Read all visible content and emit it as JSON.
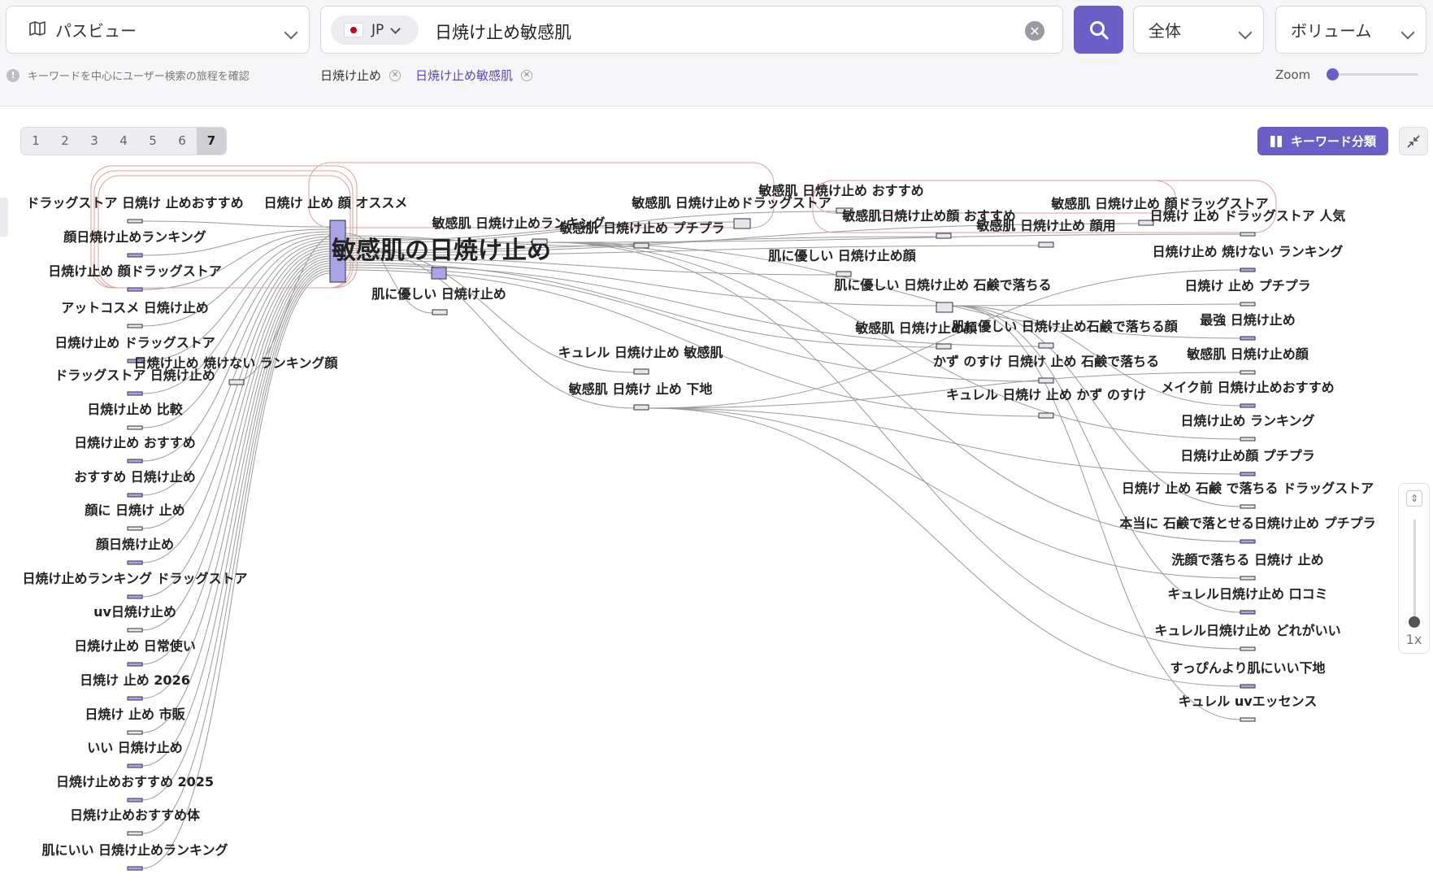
{
  "view_select": {
    "label": "パスビュー"
  },
  "search": {
    "country": "JP",
    "query": "日焼け止め敏感肌"
  },
  "scope_select": {
    "label": "全体"
  },
  "sort_select": {
    "label": "ボリューム"
  },
  "hint": "キーワードを中心にユーザー検索の旅程を確認",
  "chips": [
    {
      "label": "日焼け止め",
      "active": false
    },
    {
      "label": "日焼け止め敏感肌",
      "active": true
    }
  ],
  "zoom": {
    "label": "Zoom",
    "value_fraction": 0.05
  },
  "levels": {
    "items": [
      "1",
      "2",
      "3",
      "4",
      "5",
      "6",
      "7"
    ],
    "active": "7"
  },
  "classify_button": "キーワード分類",
  "scale": {
    "label": "1x"
  },
  "colors": {
    "accent": "#6b5fc7",
    "node_fill": "#a9a3e8",
    "node_fill_gray": "#e6e6ec",
    "edge": "#9a9a9a",
    "loop": "#d9a2a2"
  },
  "graph": {
    "center": "敏感肌の日焼け止め",
    "left_nodes": [
      "ドラッグストア 日焼け 止めおすすめ",
      "顔日焼け止めランキング",
      "日焼け止め 顔ドラッグストア",
      "アットコスメ 日焼け止め",
      "日焼け止め ドラッグストア",
      "ドラッグストア 日焼け止め",
      "日焼け止め 比較",
      "日焼け止め おすすめ",
      "おすすめ 日焼け止め",
      "顔に 日焼け 止め",
      "顔日焼け止め",
      "日焼け止めランキング ドラッグストア",
      "uv日焼け止め",
      "日焼け止め 日常使い",
      "日焼け 止め 2026",
      "日焼け 止め 市販",
      "いい 日焼け止め",
      "日焼け止めおすすめ 2025",
      "日焼け止めおすすめ体",
      "肌にいい 日焼け止めランキング"
    ],
    "mid_nodes": [
      "日焼け 止め 顔 オススメ",
      "日焼け止め 焼けない ランキング顔",
      "肌に優しい 日焼け止め",
      "敏感肌 日焼け止めランキング",
      "敏感肌 日焼け止め プチプラ",
      "敏感肌 日焼け止めドラッグストア",
      "敏感肌 日焼け止め おすすめ",
      "キュレル 日焼け止め 敏感肌",
      "敏感肌 日焼け 止め 下地",
      "敏感肌日焼け止め顔 おすすめ",
      "敏感肌 日焼け止め 顔ドラッグストア",
      "敏感肌 日焼け止め 顔用",
      "肌に優しい 日焼け止め顔",
      "肌に優しい 日焼け止め 石鹸で落ちる",
      "敏感肌 日焼け止め顔",
      "肌に優しい 日焼け止め石鹸で落ちる顔",
      "かず のすけ 日焼け 止め 石鹸で落ちる",
      "キュレル 日焼け 止め かず のすけ"
    ],
    "right_nodes": [
      "日焼け 止め ドラッグストア 人気",
      "日焼け止め 焼けない ランキング",
      "日焼け 止め プチプラ",
      "最強 日焼け止め",
      "敏感肌 日焼け止め顔",
      "メイク前 日焼け止めおすすめ",
      "日焼け止め ランキング",
      "日焼け止め顔 プチプラ",
      "日焼け 止め 石鹸 で落ちる ドラッグストア",
      "本当に 石鹸で落とせる日焼け止め プチプラ",
      "洗顔で落ちる 日焼け 止め",
      "キュレル日焼け止め 口コミ",
      "キュレル日焼け止め どれがいい",
      "すっぴんより肌にいい下地",
      "キュレル uvエッセンス"
    ]
  }
}
